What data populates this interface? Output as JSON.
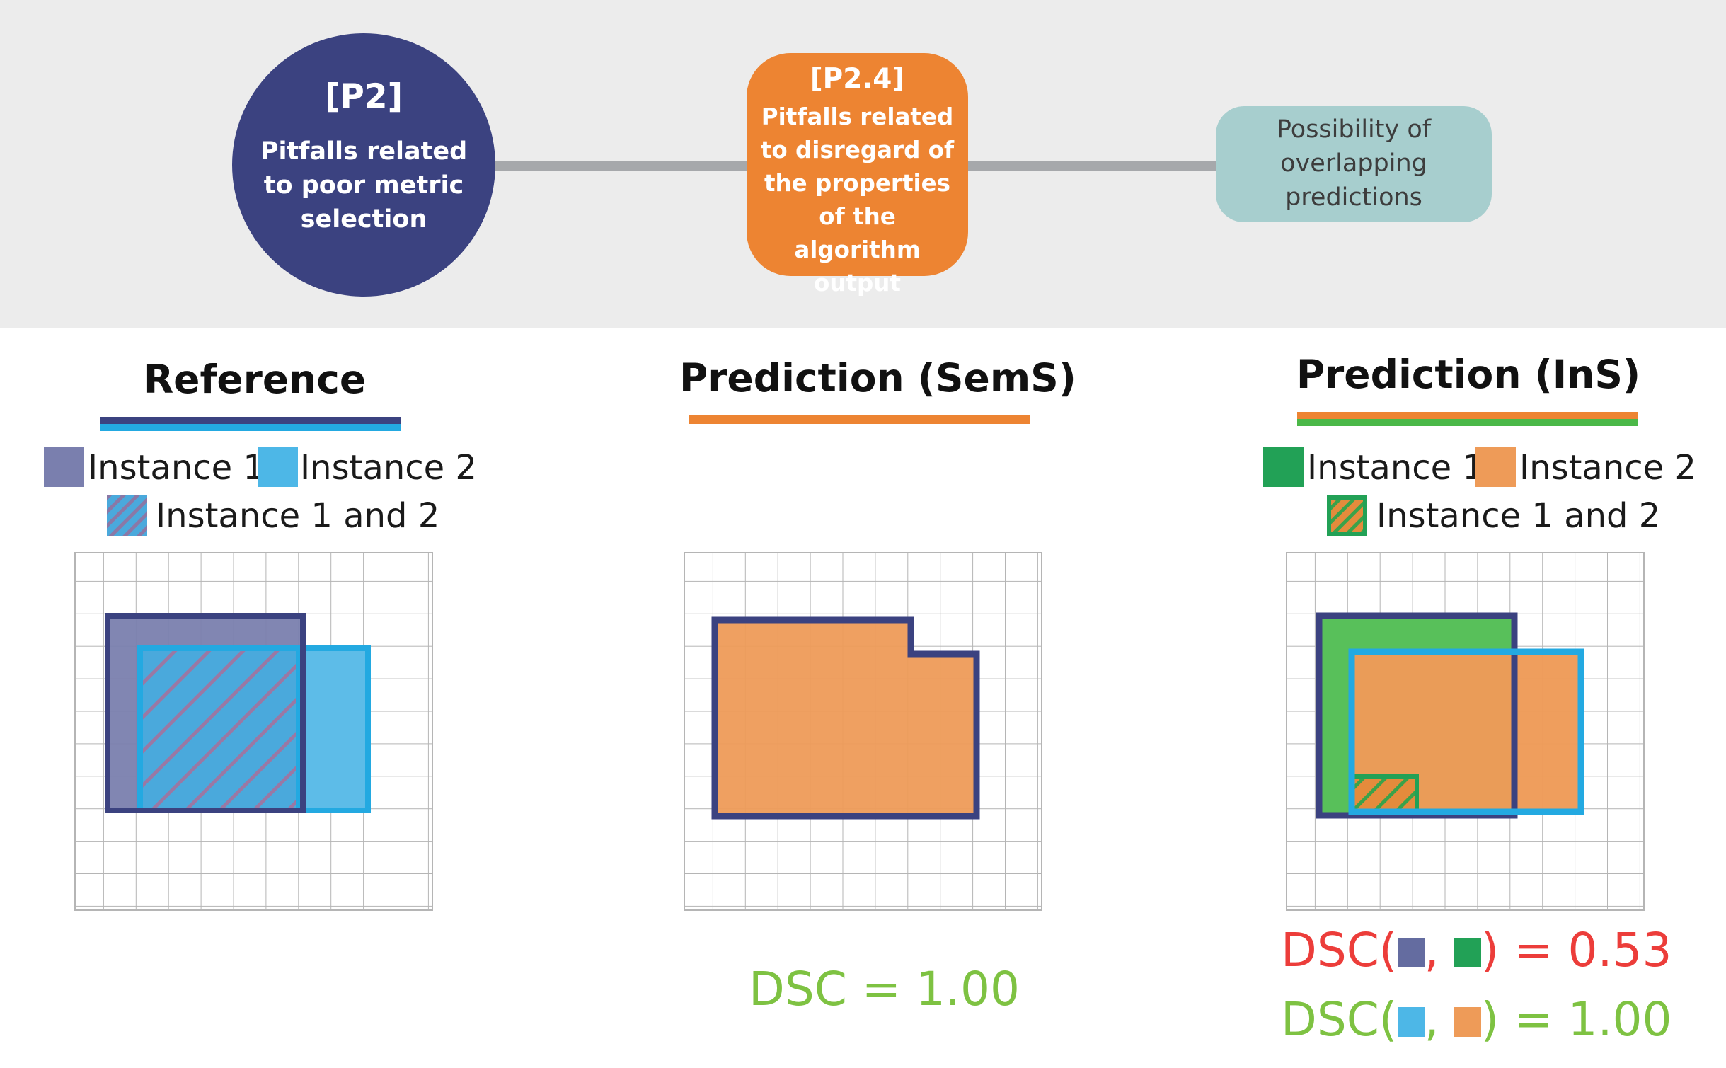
{
  "header": {
    "node1": {
      "code": "[P2]",
      "text": "Pitfalls related to poor metric selection",
      "color": "#3b4280"
    },
    "node2": {
      "code": "[P2.4]",
      "text": "Pitfalls related to disregard of the properties of the algorithm output",
      "color": "#ed8432"
    },
    "node3": {
      "text": "Possibility of overlapping predictions",
      "color": "#a7cece"
    }
  },
  "panels": {
    "reference": {
      "title": "Reference",
      "legend": {
        "instance1": "Instance 1",
        "instance2": "Instance 2",
        "both": "Instance 1 and 2"
      }
    },
    "semantic": {
      "title": "Prediction (SemS)",
      "dsc": "DSC = 1.00"
    },
    "instance": {
      "title": "Prediction (InS)",
      "legend": {
        "instance1": "Instance 1",
        "instance2": "Instance 2",
        "both": "Instance 1 and 2"
      },
      "dsc1": {
        "prefix": "DSC(",
        "sep": ",",
        "suffix": ") = 0.53"
      },
      "dsc2": {
        "prefix": "DSC(",
        "sep": ",",
        "suffix": ") = 1.00"
      }
    }
  },
  "colors": {
    "navy": "#3b4280",
    "ref_instance1": "#7a7fae",
    "ref_instance2": "#4db7e7",
    "ref_outline2": "#23a9e1",
    "pred_orange": "#ee9b58",
    "pred_green": "#22a156",
    "pred_green_fill": "#58c05a",
    "dsc_bad": "#ec3d3a",
    "dsc_good": "#7ec242"
  }
}
